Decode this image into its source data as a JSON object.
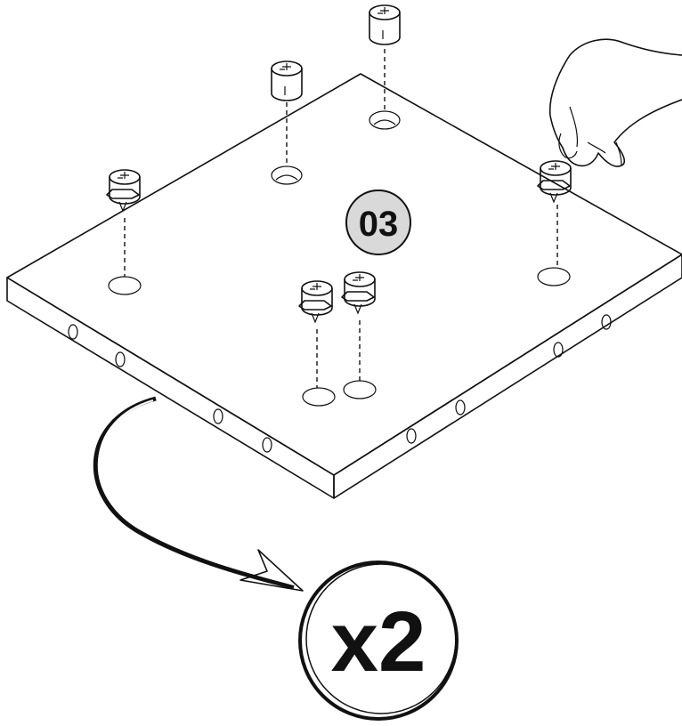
{
  "step": {
    "number": "03",
    "badge_color": "#d9d9d9"
  },
  "quantity": {
    "label": "x2"
  },
  "parts": {
    "fitting_name": "cam-lock-fitting",
    "count_shown": 6
  },
  "colors": {
    "ink": "#111111",
    "panel": "#ffffff"
  }
}
